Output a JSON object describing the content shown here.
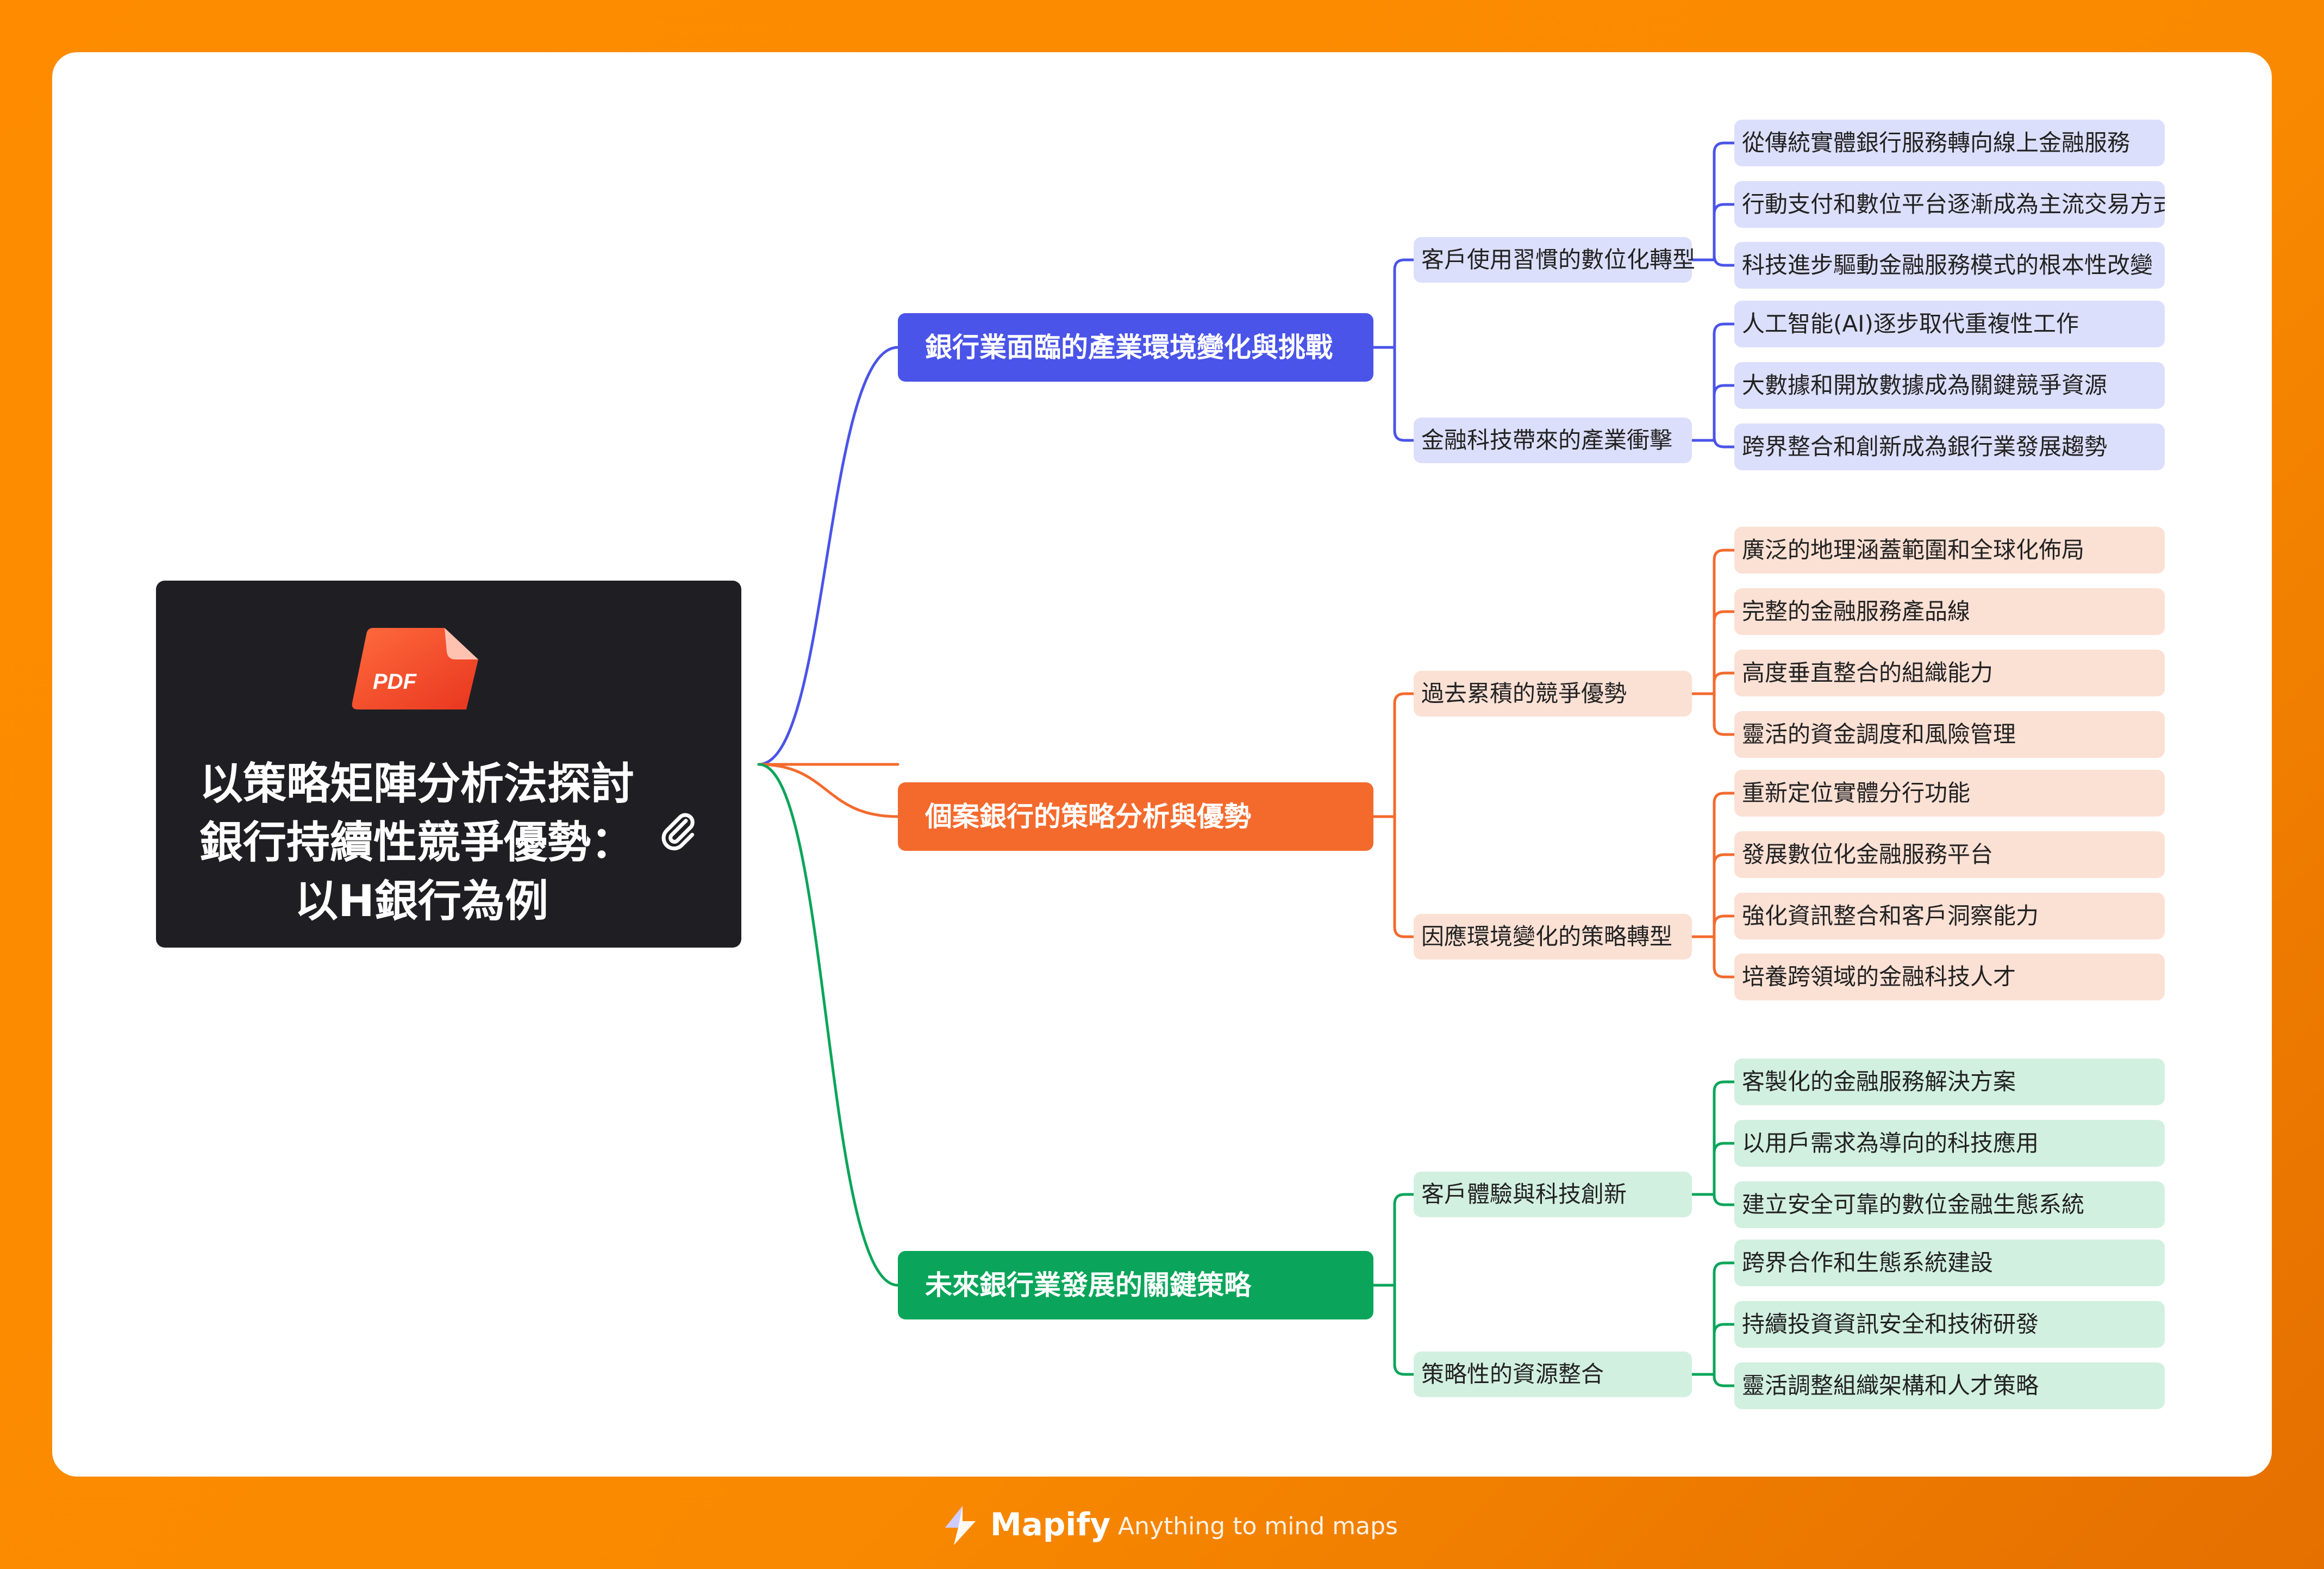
{
  "root": {
    "badge": "PDF",
    "title_lines": [
      "以策略矩陣分析法探討",
      "銀行持續性競爭優勢：",
      "以H銀行為例"
    ]
  },
  "colors": {
    "blue": "#4a54e8",
    "orange": "#f46a2d",
    "green": "#0aa55a",
    "blue_light": "#dcdffb",
    "orange_light": "#fbe0d4",
    "green_light": "#d2f0e0"
  },
  "branches": [
    {
      "label": "銀行業面臨的產業環境變化與挑戰",
      "subs": [
        {
          "label": "客戶使用習慣的數位化轉型",
          "leaves": [
            "從傳統實體銀行服務轉向線上金融服務",
            "行動支付和數位平台逐漸成為主流交易方式",
            "科技進步驅動金融服務模式的根本性改變"
          ]
        },
        {
          "label": "金融科技帶來的產業衝擊",
          "leaves": [
            "人工智能(AI)逐步取代重複性工作",
            "大數據和開放數據成為關鍵競爭資源",
            "跨界整合和創新成為銀行業發展趨勢"
          ]
        }
      ]
    },
    {
      "label": "個案銀行的策略分析與優勢",
      "subs": [
        {
          "label": "過去累積的競爭優勢",
          "leaves": [
            "廣泛的地理涵蓋範圍和全球化佈局",
            "完整的金融服務產品線",
            "高度垂直整合的組織能力",
            "靈活的資金調度和風險管理"
          ]
        },
        {
          "label": "因應環境變化的策略轉型",
          "leaves": [
            "重新定位實體分行功能",
            "發展數位化金融服務平台",
            "強化資訊整合和客戶洞察能力",
            "培養跨領域的金融科技人才"
          ]
        }
      ]
    },
    {
      "label": "未來銀行業發展的關鍵策略",
      "subs": [
        {
          "label": "客戶體驗與科技創新",
          "leaves": [
            "客製化的金融服務解決方案",
            "以用戶需求為導向的科技應用",
            "建立安全可靠的數位金融生態系統"
          ]
        },
        {
          "label": "策略性的資源整合",
          "leaves": [
            "跨界合作和生態系統建設",
            "持續投資資訊安全和技術研發",
            "靈活調整組織架構和人才策略"
          ]
        }
      ]
    }
  ],
  "footer": {
    "brand": "Mapify",
    "tagline": "Anything to mind maps"
  }
}
